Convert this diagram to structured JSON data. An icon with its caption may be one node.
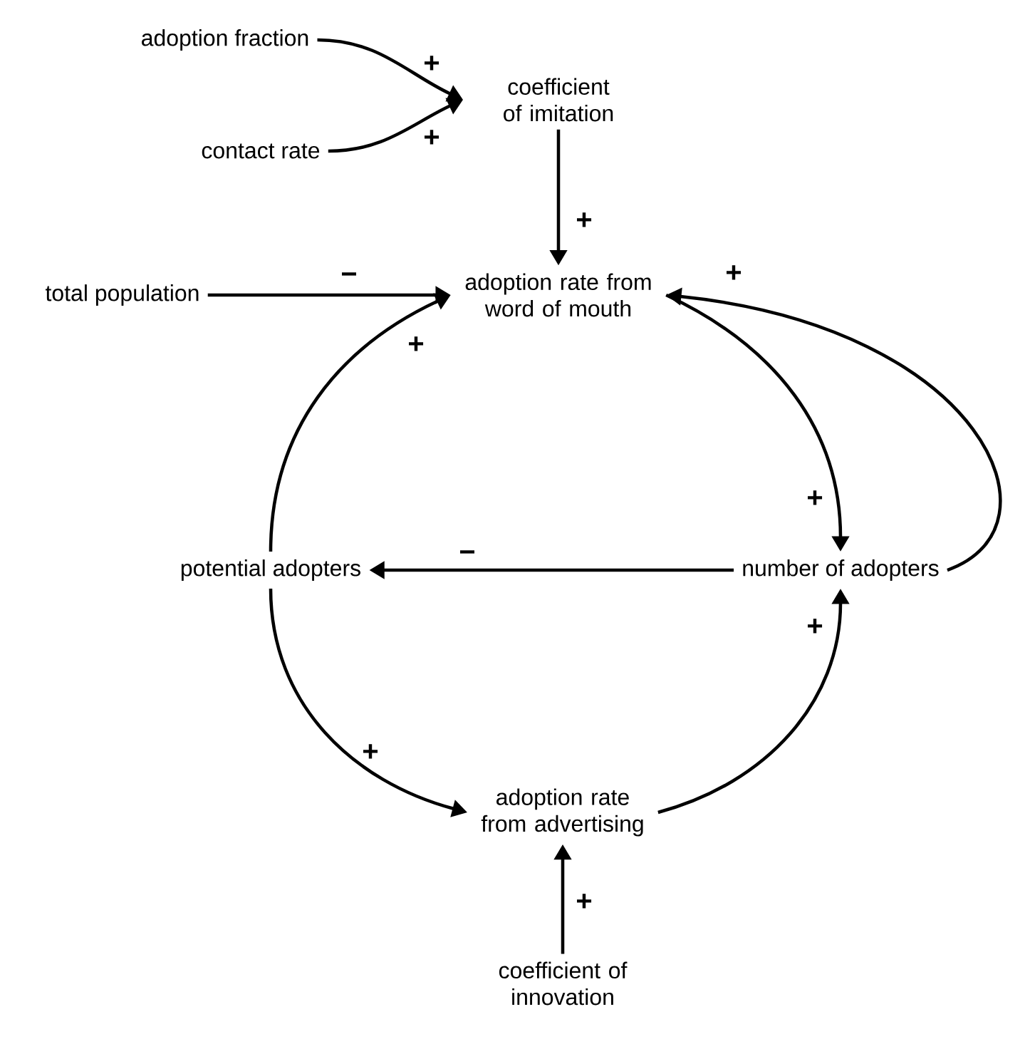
{
  "diagram": {
    "nodes": [
      {
        "text": [
          "adoption fraction"
        ]
      },
      {
        "text": [
          "coefficient of imitation"
        ]
      },
      {
        "text": [
          "contact rate"
        ]
      },
      {
        "text": [
          "total population"
        ]
      },
      {
        "text": [
          "adoption rate from word of mouth"
        ]
      },
      {
        "text": [
          "potential adopters"
        ]
      },
      {
        "text": [
          "number of adopters"
        ]
      },
      {
        "text": [
          "adoption rate from advertising"
        ]
      },
      {
        "text": [
          "coefficient of innovation"
        ]
      }
    ],
    "edges": [
      {
        "from": 0,
        "to": 1,
        "arrow": "to",
        "label": "+"
      },
      {
        "from": 2,
        "to": 1,
        "arrow": "to",
        "label": "+"
      },
      {
        "from": 1,
        "to": 4,
        "arrow": "to",
        "label": "+"
      },
      {
        "from": 3,
        "to": 4,
        "arrow": "to",
        "label": "−"
      },
      {
        "from": 5,
        "to": 4,
        "arrow": "to",
        "label": "+"
      },
      {
        "from": 6,
        "to": 4,
        "arrow": "to",
        "label": "+"
      },
      {
        "from": 4,
        "to": 6,
        "arrow": "to",
        "label": "+"
      },
      {
        "from": 6,
        "to": 5,
        "arrow": "to",
        "label": "−"
      },
      {
        "from": 5,
        "to": 7,
        "arrow": "to",
        "label": "+"
      },
      {
        "from": 7,
        "to": 6,
        "arrow": "to",
        "label": "+"
      },
      {
        "from": 8,
        "to": 7,
        "arrow": "to",
        "label": "+"
      }
    ]
  }
}
